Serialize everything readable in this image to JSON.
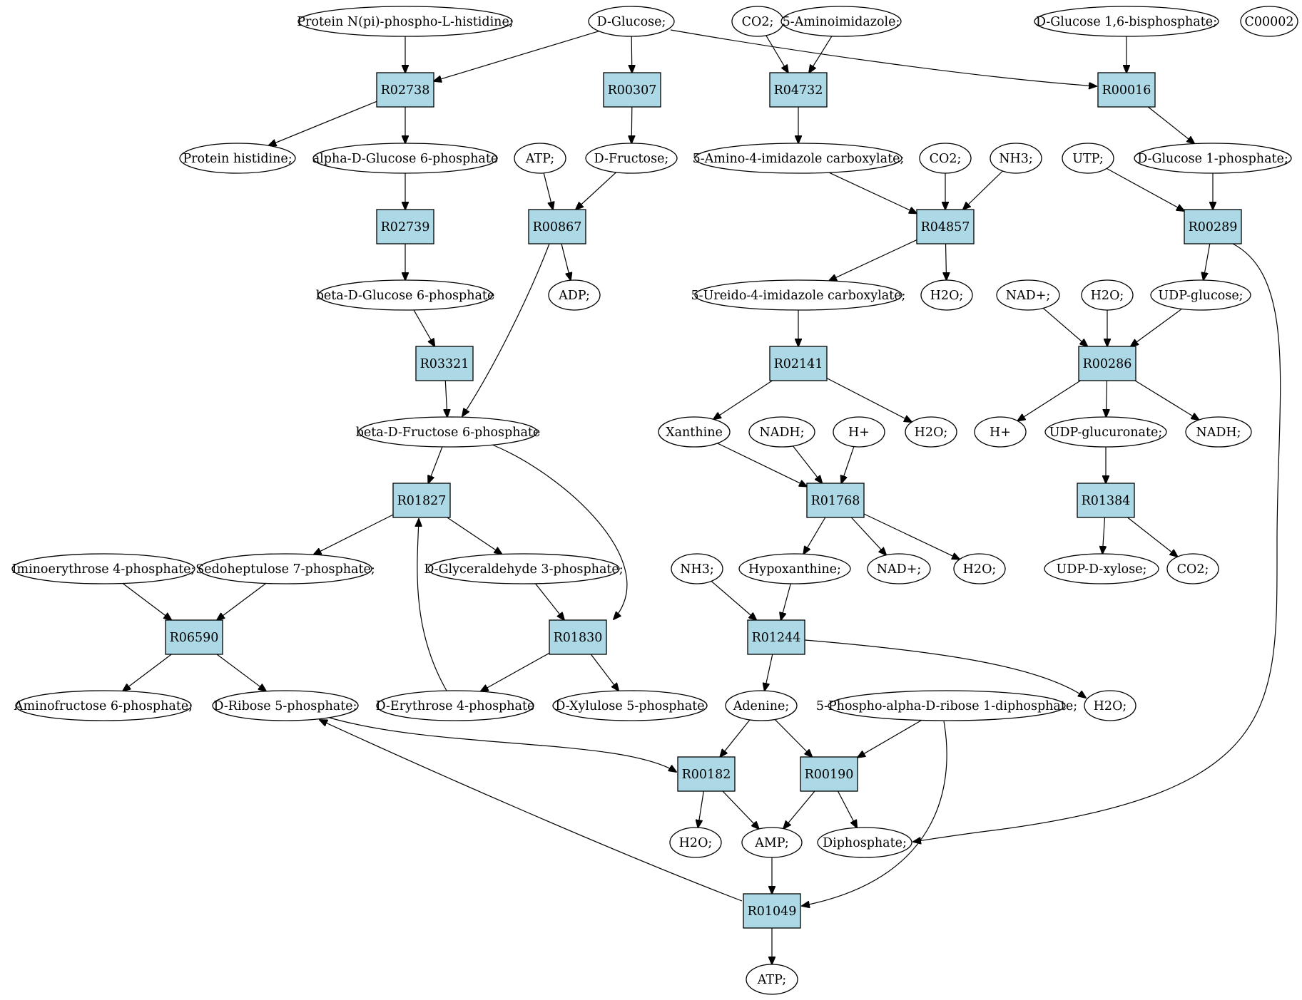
{
  "colors": {
    "reaction_fill": "#add8e6",
    "compound_fill": "#ffffff",
    "start_fill": "#00ee00",
    "target_fill": "#ffff00",
    "edge": "#000000"
  },
  "nodes": [
    {
      "id": "e_protnpi",
      "label": "Protein N(pi)-phospho-L-histidine;",
      "shape": "ellipse"
    },
    {
      "id": "e_dglucose",
      "label": "D-Glucose;",
      "shape": "ellipse",
      "fill": "#00ee00"
    },
    {
      "id": "e_co2_a",
      "label": "CO2;",
      "shape": "ellipse"
    },
    {
      "id": "e_5aminoimid",
      "label": "5-Aminoimidazole;",
      "shape": "ellipse"
    },
    {
      "id": "e_dg16bp",
      "label": "D-Glucose 1,6-bisphosphate;",
      "shape": "ellipse"
    },
    {
      "id": "e_c00002",
      "label": "C00002",
      "shape": "ellipse",
      "fill": "#ffff00"
    },
    {
      "id": "r02738",
      "label": "R02738",
      "shape": "box"
    },
    {
      "id": "r00307",
      "label": "R00307",
      "shape": "box"
    },
    {
      "id": "r04732",
      "label": "R04732",
      "shape": "box"
    },
    {
      "id": "r00016",
      "label": "R00016",
      "shape": "box"
    },
    {
      "id": "e_prothis",
      "label": "Protein histidine;",
      "shape": "ellipse"
    },
    {
      "id": "e_adg6p",
      "label": "alpha-D-Glucose 6-phosphate",
      "shape": "ellipse"
    },
    {
      "id": "e_atp_a",
      "label": "ATP;",
      "shape": "ellipse"
    },
    {
      "id": "e_dfructose",
      "label": "D-Fructose;",
      "shape": "ellipse"
    },
    {
      "id": "e_5a4icarb",
      "label": "5-Amino-4-imidazole carboxylate;",
      "shape": "ellipse"
    },
    {
      "id": "e_co2_b",
      "label": "CO2;",
      "shape": "ellipse"
    },
    {
      "id": "e_nh3_a",
      "label": "NH3;",
      "shape": "ellipse"
    },
    {
      "id": "e_utp",
      "label": "UTP;",
      "shape": "ellipse"
    },
    {
      "id": "e_dg1p",
      "label": "D-Glucose 1-phosphate;",
      "shape": "ellipse"
    },
    {
      "id": "r02739",
      "label": "R02739",
      "shape": "box"
    },
    {
      "id": "r00867",
      "label": "R00867",
      "shape": "box"
    },
    {
      "id": "r04857",
      "label": "R04857",
      "shape": "box"
    },
    {
      "id": "r00289",
      "label": "R00289",
      "shape": "box"
    },
    {
      "id": "e_bdg6p",
      "label": "beta-D-Glucose 6-phosphate",
      "shape": "ellipse"
    },
    {
      "id": "e_adp",
      "label": "ADP;",
      "shape": "ellipse"
    },
    {
      "id": "e_5u4icarb",
      "label": "5-Ureido-4-imidazole carboxylate;",
      "shape": "ellipse"
    },
    {
      "id": "e_h2o_a",
      "label": "H2O;",
      "shape": "ellipse"
    },
    {
      "id": "e_nadp_a",
      "label": "NAD+;",
      "shape": "ellipse"
    },
    {
      "id": "e_h2o_b",
      "label": "H2O;",
      "shape": "ellipse"
    },
    {
      "id": "e_udpglc",
      "label": "UDP-glucose;",
      "shape": "ellipse"
    },
    {
      "id": "r03321",
      "label": "R03321",
      "shape": "box"
    },
    {
      "id": "r02141",
      "label": "R02141",
      "shape": "box"
    },
    {
      "id": "r00286",
      "label": "R00286",
      "shape": "box"
    },
    {
      "id": "e_bdf6p",
      "label": "beta-D-Fructose 6-phosphate",
      "shape": "ellipse"
    },
    {
      "id": "e_xanthine",
      "label": "Xanthine",
      "shape": "ellipse"
    },
    {
      "id": "e_nadh_a",
      "label": "NADH;",
      "shape": "ellipse"
    },
    {
      "id": "e_hplus_a",
      "label": "H+",
      "shape": "ellipse"
    },
    {
      "id": "e_h2o_c",
      "label": "H2O;",
      "shape": "ellipse"
    },
    {
      "id": "e_hplus_b",
      "label": "H+",
      "shape": "ellipse"
    },
    {
      "id": "e_udpglcA",
      "label": "UDP-glucuronate;",
      "shape": "ellipse"
    },
    {
      "id": "e_nadh_b",
      "label": "NADH;",
      "shape": "ellipse"
    },
    {
      "id": "r01827",
      "label": "R01827",
      "shape": "box"
    },
    {
      "id": "r01768",
      "label": "R01768",
      "shape": "box"
    },
    {
      "id": "r01384",
      "label": "R01384",
      "shape": "box"
    },
    {
      "id": "e_iminoery",
      "label": "Iminoerythrose 4-phosphate;",
      "shape": "ellipse"
    },
    {
      "id": "e_sedo7p",
      "label": "Sedoheptulose 7-phosphate;",
      "shape": "ellipse"
    },
    {
      "id": "e_dga3p",
      "label": "D-Glyceraldehyde 3-phosphate;",
      "shape": "ellipse"
    },
    {
      "id": "e_nh3_b",
      "label": "NH3;",
      "shape": "ellipse"
    },
    {
      "id": "e_hypox",
      "label": "Hypoxanthine;",
      "shape": "ellipse"
    },
    {
      "id": "e_nadp_b",
      "label": "NAD+;",
      "shape": "ellipse"
    },
    {
      "id": "e_h2o_d",
      "label": "H2O;",
      "shape": "ellipse"
    },
    {
      "id": "e_udpxyl",
      "label": "UDP-D-xylose;",
      "shape": "ellipse"
    },
    {
      "id": "e_co2_c",
      "label": "CO2;",
      "shape": "ellipse"
    },
    {
      "id": "r06590",
      "label": "R06590",
      "shape": "box"
    },
    {
      "id": "r01830",
      "label": "R01830",
      "shape": "box"
    },
    {
      "id": "r01244",
      "label": "R01244",
      "shape": "box"
    },
    {
      "id": "e_aminofru",
      "label": "Aminofructose 6-phosphate;",
      "shape": "ellipse"
    },
    {
      "id": "e_dr5p",
      "label": "D-Ribose 5-phosphate;",
      "shape": "ellipse"
    },
    {
      "id": "e_de4p",
      "label": "D-Erythrose 4-phosphate",
      "shape": "ellipse"
    },
    {
      "id": "e_dx5p",
      "label": "D-Xylulose 5-phosphate",
      "shape": "ellipse"
    },
    {
      "id": "e_adenine",
      "label": "Adenine;",
      "shape": "ellipse"
    },
    {
      "id": "e_prpp",
      "label": "5-Phospho-alpha-D-ribose 1-diphosphate;",
      "shape": "ellipse"
    },
    {
      "id": "e_h2o_e",
      "label": "H2O;",
      "shape": "ellipse"
    },
    {
      "id": "r00182",
      "label": "R00182",
      "shape": "box"
    },
    {
      "id": "r00190",
      "label": "R00190",
      "shape": "box"
    },
    {
      "id": "e_h2o_f",
      "label": "H2O;",
      "shape": "ellipse"
    },
    {
      "id": "e_amp",
      "label": "AMP;",
      "shape": "ellipse"
    },
    {
      "id": "e_diphos",
      "label": "Diphosphate;",
      "shape": "ellipse"
    },
    {
      "id": "r01049",
      "label": "R01049",
      "shape": "box"
    },
    {
      "id": "e_atp_b",
      "label": "ATP;",
      "shape": "ellipse"
    }
  ],
  "edges": [
    [
      "e_protnpi",
      "r02738"
    ],
    [
      "e_dglucose",
      "r02738"
    ],
    [
      "e_dglucose",
      "r00307"
    ],
    [
      "e_dglucose",
      "r00016"
    ],
    [
      "e_co2_a",
      "r04732"
    ],
    [
      "e_5aminoimid",
      "r04732"
    ],
    [
      "e_dg16bp",
      "r00016"
    ],
    [
      "r02738",
      "e_prothis"
    ],
    [
      "r02738",
      "e_adg6p"
    ],
    [
      "r00307",
      "e_dfructose"
    ],
    [
      "r04732",
      "e_5a4icarb"
    ],
    [
      "r00016",
      "e_dg1p"
    ],
    [
      "e_adg6p",
      "r02739"
    ],
    [
      "e_atp_a",
      "r00867"
    ],
    [
      "e_dfructose",
      "r00867"
    ],
    [
      "e_5a4icarb",
      "r04857"
    ],
    [
      "e_co2_b",
      "r04857"
    ],
    [
      "e_nh3_a",
      "r04857"
    ],
    [
      "e_utp",
      "r00289"
    ],
    [
      "e_dg1p",
      "r00289"
    ],
    [
      "r02739",
      "e_bdg6p"
    ],
    [
      "r00867",
      "e_adp"
    ],
    [
      "r00867",
      "e_bdf6p"
    ],
    [
      "r04857",
      "e_5u4icarb"
    ],
    [
      "r04857",
      "e_h2o_a"
    ],
    [
      "r00289",
      "e_udpglc"
    ],
    [
      "r00289",
      "e_diphos"
    ],
    [
      "e_bdg6p",
      "r03321"
    ],
    [
      "e_5u4icarb",
      "r02141"
    ],
    [
      "e_nadp_a",
      "r00286"
    ],
    [
      "e_h2o_b",
      "r00286"
    ],
    [
      "e_udpglc",
      "r00286"
    ],
    [
      "r03321",
      "e_bdf6p"
    ],
    [
      "r02141",
      "e_xanthine"
    ],
    [
      "r02141",
      "e_h2o_c"
    ],
    [
      "r00286",
      "e_hplus_b"
    ],
    [
      "r00286",
      "e_udpglcA"
    ],
    [
      "r00286",
      "e_nadh_b"
    ],
    [
      "e_bdf6p",
      "r01827"
    ],
    [
      "e_bdf6p",
      "r01830"
    ],
    [
      "e_xanthine",
      "r01768"
    ],
    [
      "e_nadh_a",
      "r01768"
    ],
    [
      "e_hplus_a",
      "r01768"
    ],
    [
      "e_udpglcA",
      "r01384"
    ],
    [
      "r01827",
      "e_sedo7p"
    ],
    [
      "r01827",
      "e_dga3p"
    ],
    [
      "r01768",
      "e_hypox"
    ],
    [
      "r01768",
      "e_nadp_b"
    ],
    [
      "r01768",
      "e_h2o_d"
    ],
    [
      "r01384",
      "e_udpxyl"
    ],
    [
      "r01384",
      "e_co2_c"
    ],
    [
      "e_iminoery",
      "r06590"
    ],
    [
      "e_sedo7p",
      "r06590"
    ],
    [
      "e_dga3p",
      "r01830"
    ],
    [
      "e_nh3_b",
      "r01244"
    ],
    [
      "e_hypox",
      "r01244"
    ],
    [
      "r06590",
      "e_aminofru"
    ],
    [
      "r06590",
      "e_dr5p"
    ],
    [
      "r01830",
      "e_de4p"
    ],
    [
      "r01830",
      "e_dx5p"
    ],
    [
      "e_de4p",
      "r01827"
    ],
    [
      "r01244",
      "e_adenine"
    ],
    [
      "r01244",
      "e_h2o_e"
    ],
    [
      "e_dr5p",
      "r00182"
    ],
    [
      "e_adenine",
      "r00182"
    ],
    [
      "e_adenine",
      "r00190"
    ],
    [
      "e_prpp",
      "r00190"
    ],
    [
      "e_prpp",
      "r01049"
    ],
    [
      "r00182",
      "e_h2o_f"
    ],
    [
      "r00182",
      "e_amp"
    ],
    [
      "r00190",
      "e_amp"
    ],
    [
      "r00190",
      "e_diphos"
    ],
    [
      "e_amp",
      "r01049"
    ],
    [
      "r01049",
      "e_dr5p"
    ],
    [
      "r01049",
      "e_atp_b"
    ]
  ]
}
